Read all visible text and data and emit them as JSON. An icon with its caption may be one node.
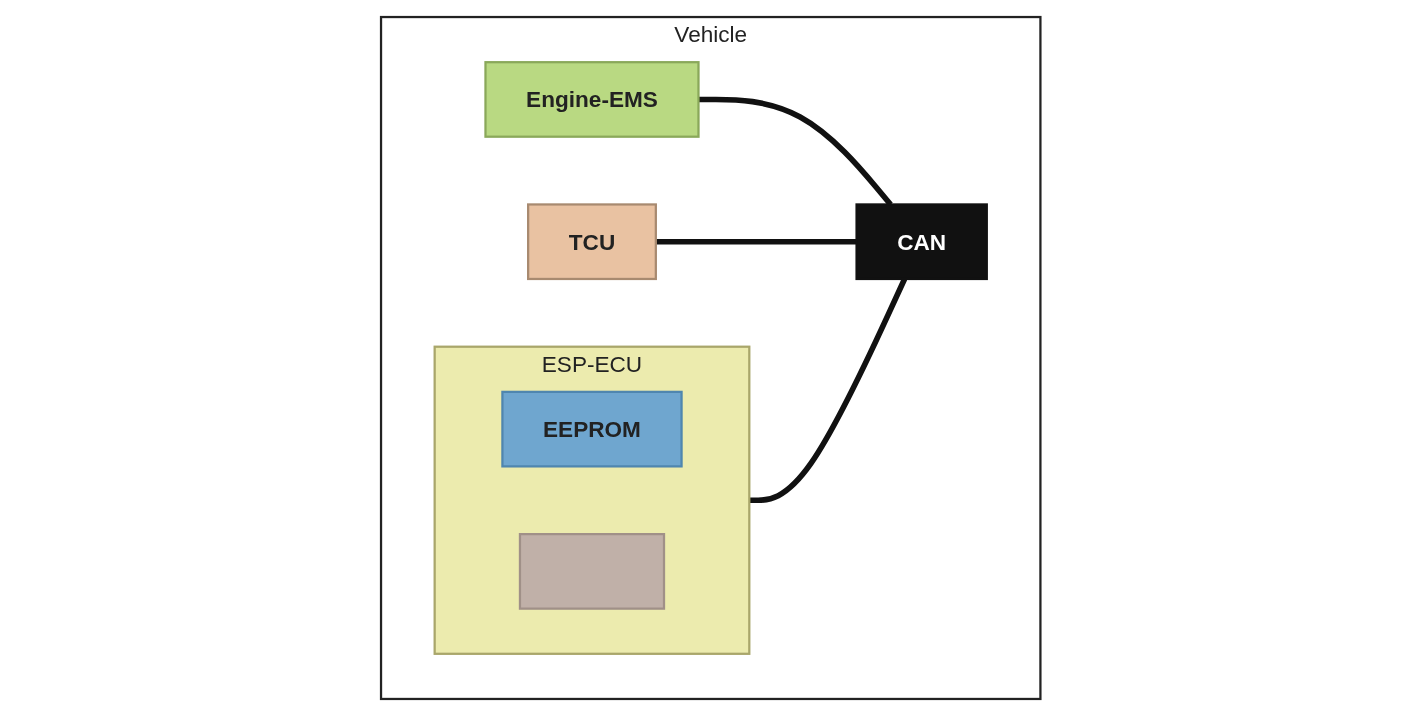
{
  "diagram": {
    "nodes": [
      {
        "text": [
          "Vehicle"
        ]
      },
      {
        "text": [
          "Engine-EMS"
        ],
        "in": 0
      },
      {
        "text": [
          "TCU"
        ],
        "in": 0
      },
      {
        "text": [
          "CAN"
        ],
        "in": 0
      },
      {
        "text": [
          "ESP-ECU"
        ],
        "in": 0
      },
      {
        "text": [
          "EEPROM"
        ],
        "in": 4
      },
      {
        "text": [],
        "shape": "box",
        "in": 4
      }
    ],
    "edges": [
      {
        "from": 1,
        "to": 3,
        "arrow": "none"
      },
      {
        "from": 4,
        "to": 3,
        "arrow": "none"
      },
      {
        "from": 2,
        "to": 3,
        "arrow": "none"
      }
    ]
  }
}
